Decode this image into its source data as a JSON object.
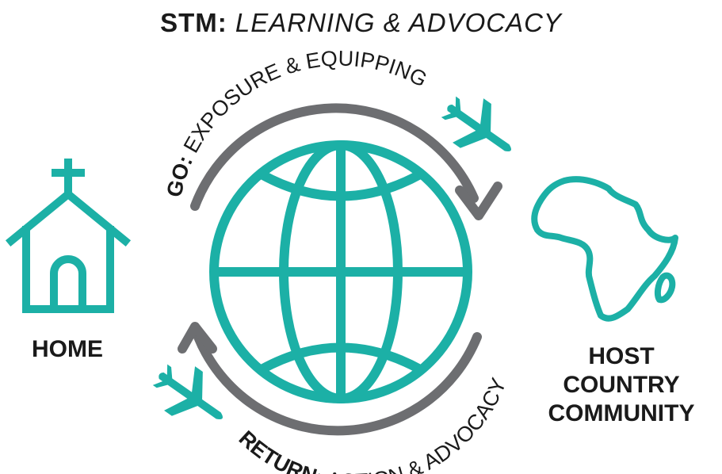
{
  "title": {
    "strong": "STM:",
    "italic": "LEARNING & ADVOCACY"
  },
  "go_text": {
    "strong": "GO:",
    "rest": " EXPOSURE & EQUIPPING"
  },
  "return_text": {
    "strong": "RETURN:",
    "rest": " ACTION & ADVOCACY"
  },
  "home_label": "HOME",
  "host_label": {
    "line1": "HOST COUNTRY",
    "line2": "COMMUNITY"
  },
  "colors": {
    "teal": "#1cb0a6",
    "gray": "#6d6e71",
    "text": "#1a1a1a"
  },
  "icons": [
    "church-icon",
    "globe-icon",
    "africa-map-icon",
    "airplane-icon"
  ]
}
